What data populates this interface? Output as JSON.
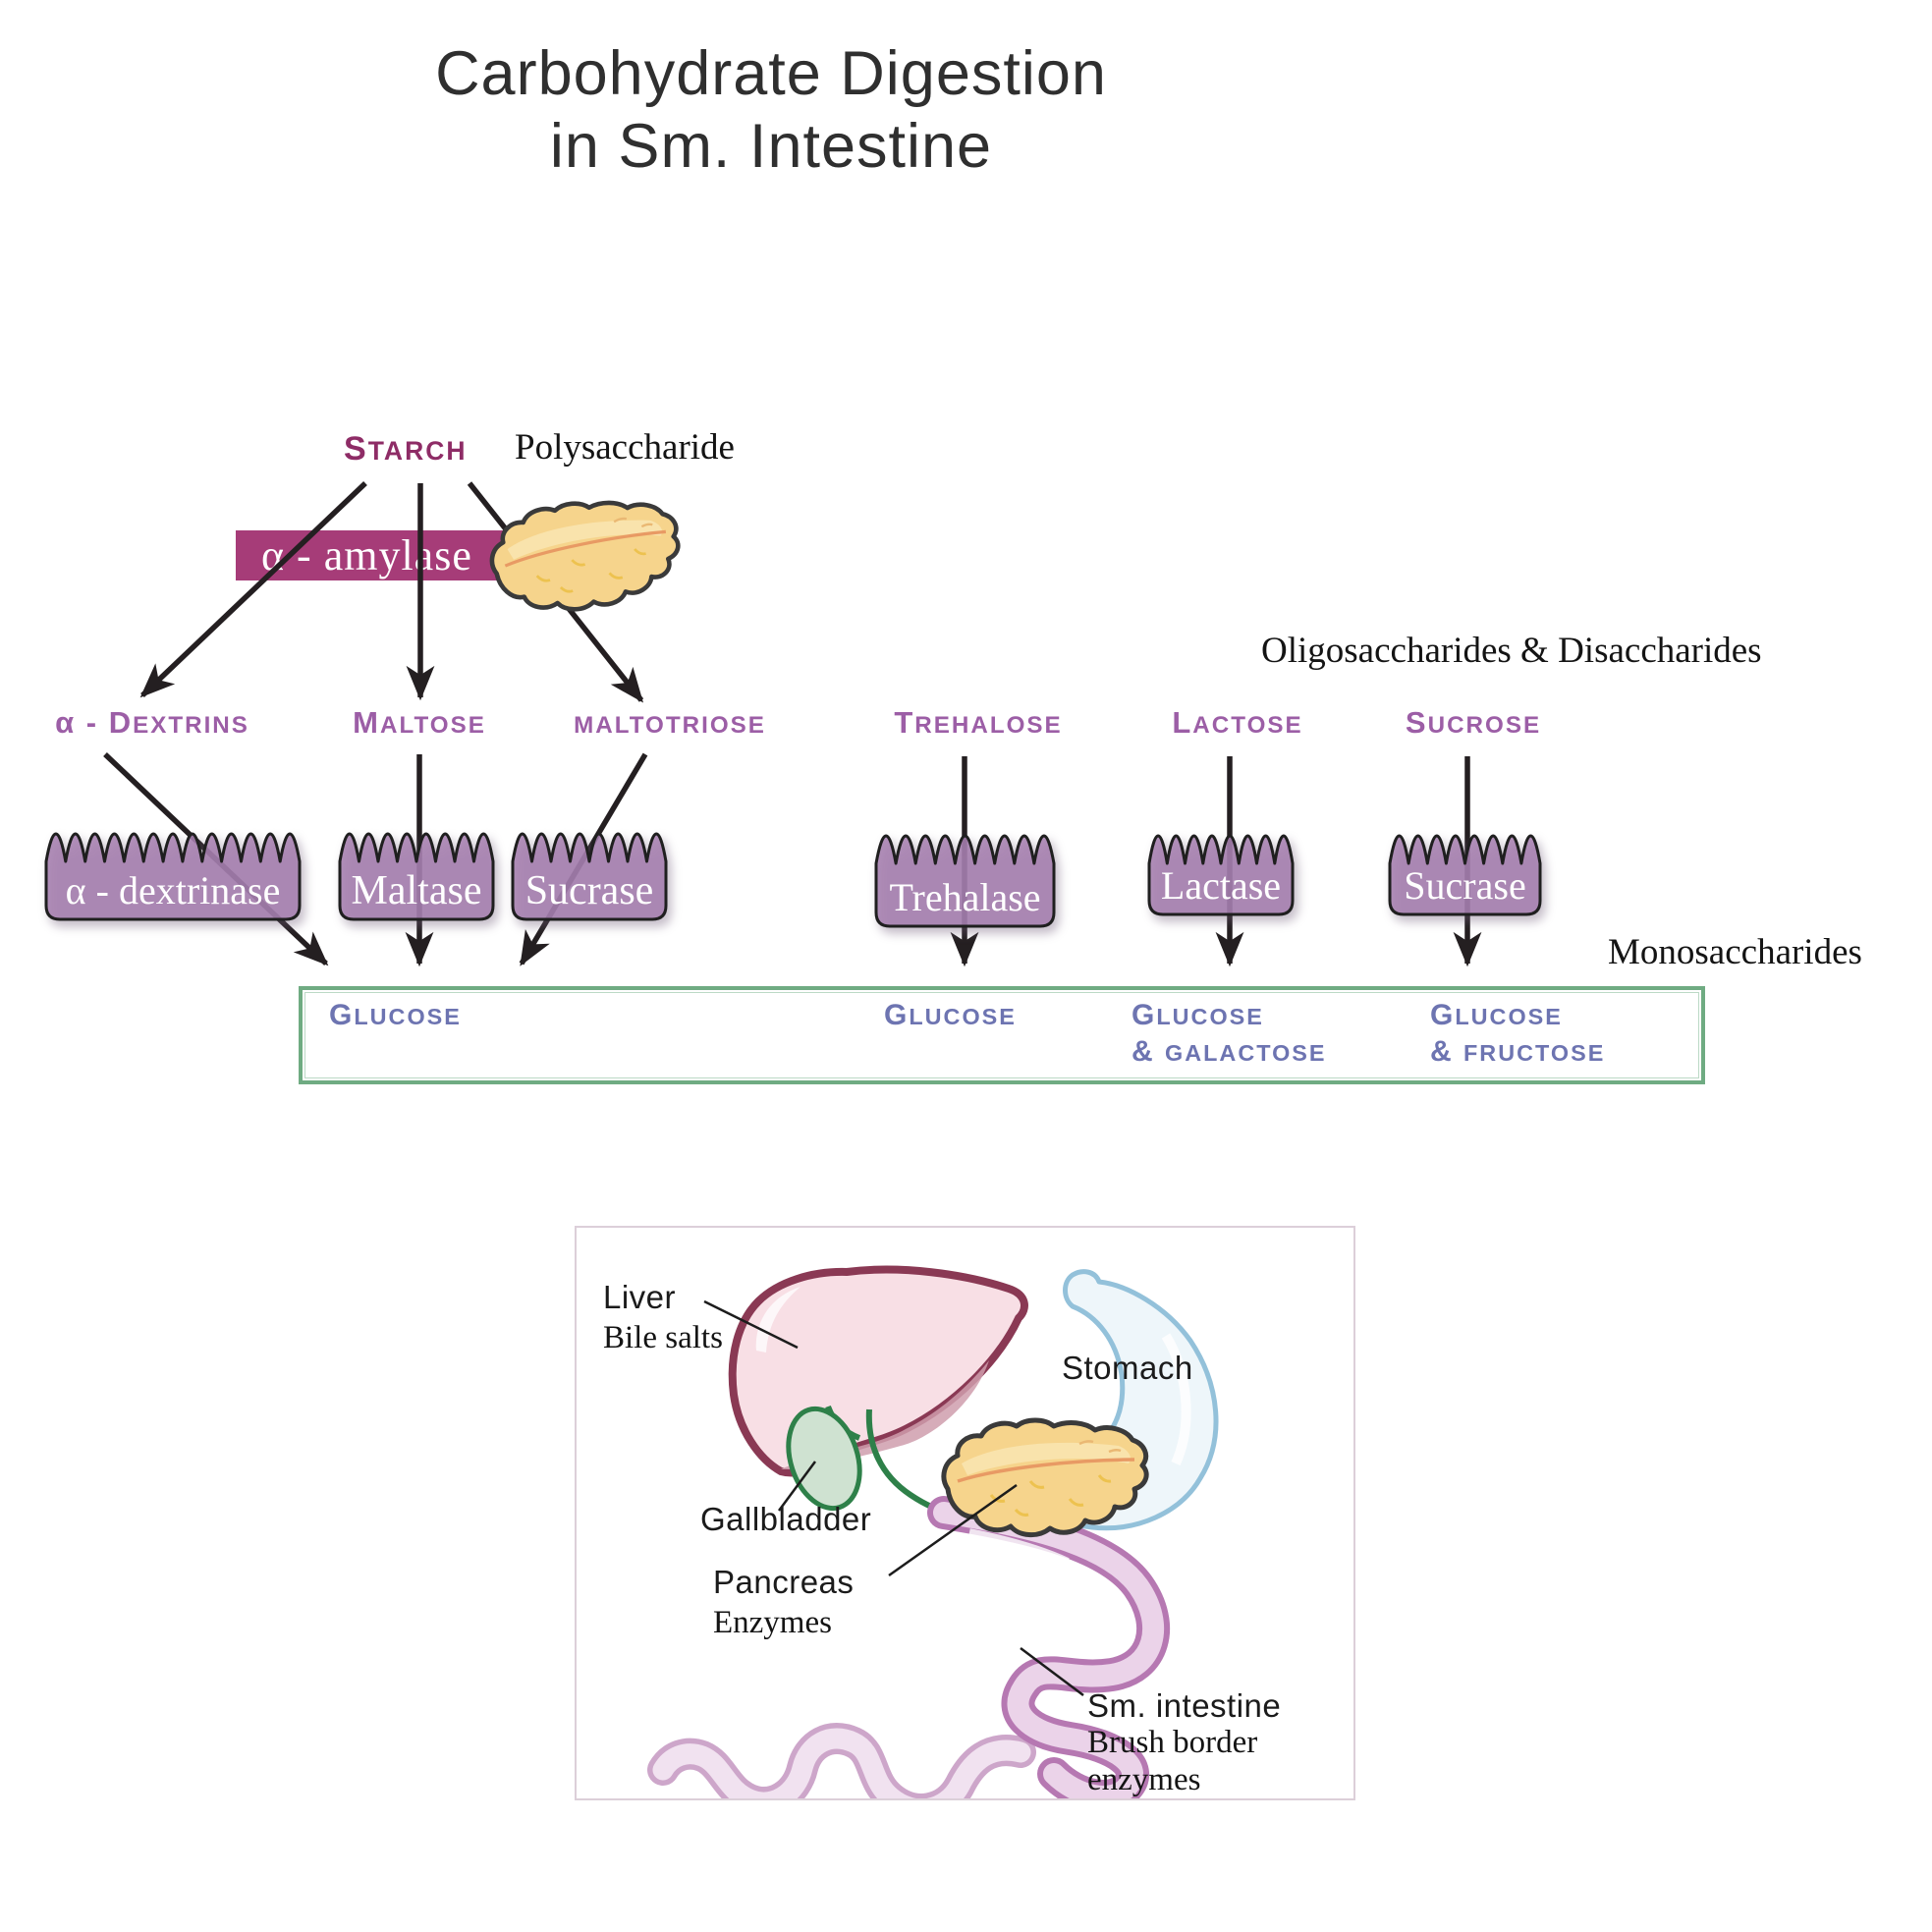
{
  "title": {
    "line1": "Carbohydrate Digestion",
    "line2": "in Sm. Intestine"
  },
  "flow": {
    "substrate": "Starch",
    "substrate_class": "Polysaccharide",
    "pancreatic_enzyme": "α - amylase",
    "group_label_oligo": "Oligosaccharides & Disaccharides",
    "group_label_mono": "Monosaccharides",
    "products": [
      "α - Dextrins",
      "Maltose",
      "maltotriose",
      "Trehalose",
      "Lactose",
      "Sucrose"
    ],
    "brush_border_enzymes": [
      "α - dextrinase",
      "Maltase",
      "Sucrase",
      "Trehalase",
      "Lactase",
      "Sucrase"
    ],
    "monosaccharides": [
      {
        "line1": "Glucose",
        "line2": ""
      },
      {
        "line1": "Glucose",
        "line2": ""
      },
      {
        "line1": "Glucose",
        "line2": "& galactose"
      },
      {
        "line1": "Glucose",
        "line2": "& fructose"
      }
    ]
  },
  "anatomy": {
    "liver": "Liver",
    "liver_sub": "Bile salts",
    "stomach": "Stomach",
    "gallbladder": "Gallbladder",
    "pancreas": "Pancreas",
    "pancreas_sub": "Enzymes",
    "intestine": "Sm. intestine",
    "intestine_sub1": "Brush border",
    "intestine_sub2": "enzymes"
  },
  "colors": {
    "starch_text": "#8e2c66",
    "banner_bg": "#a63c78",
    "product_purple": "#9c5ea6",
    "enzyme_fill": "#a77fb0",
    "glucose_text": "#6d74b1",
    "box_green": "#6fab82",
    "arrow": "#241f21",
    "pancreas_fill": "#f6d48c"
  }
}
